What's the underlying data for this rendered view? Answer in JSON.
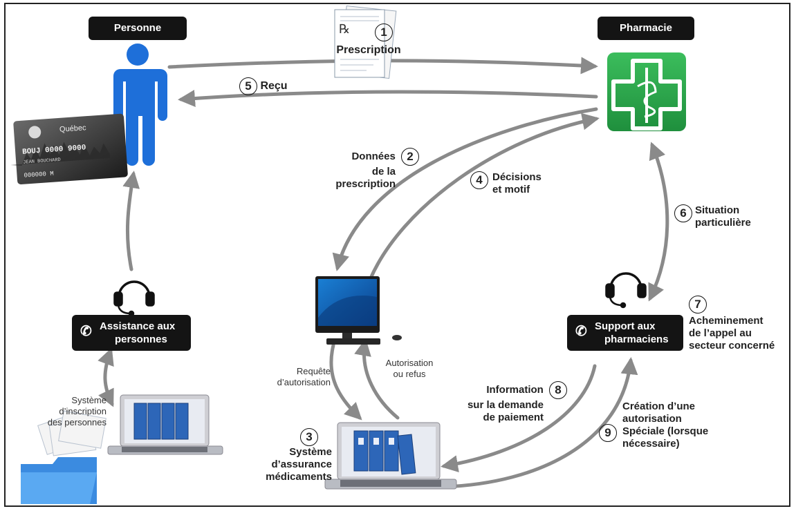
{
  "nodes": {
    "personne": "Personne",
    "pharmacie": "Pharmacie",
    "assistance": [
      "Assistance aux",
      "personnes"
    ],
    "support": [
      "Support aux",
      "pharmaciens"
    ]
  },
  "card": {
    "brand": "Québec",
    "number": "BOUJ 0000 9000",
    "name": "JEAN BOUCHARD",
    "sub": "000000   M"
  },
  "steps": {
    "s1": {
      "num": "1",
      "label": "Prescription"
    },
    "s2": {
      "num": "2",
      "lines": [
        "Données",
        "de la",
        "prescription"
      ]
    },
    "s3": {
      "num": "3",
      "lines": [
        "Système",
        "d’assurance",
        "médicaments"
      ]
    },
    "s4": {
      "num": "4",
      "lines": [
        "Décisions",
        "et motif"
      ]
    },
    "s5": {
      "num": "5",
      "label": "Reçu"
    },
    "s6": {
      "num": "6",
      "lines": [
        "Situation",
        "particulière"
      ]
    },
    "s7": {
      "num": "7",
      "lines": [
        "Acheminement",
        "de l’appel au",
        "secteur concerné"
      ]
    },
    "s8": {
      "num": "8",
      "lines": [
        "Information",
        "sur la demande",
        "de paiement"
      ]
    },
    "s9": {
      "num": "9",
      "lines": [
        "Création d’une",
        "autorisation",
        "Spéciale (lorsque",
        "nécessaire)"
      ]
    }
  },
  "flows": {
    "requete": [
      "Requête",
      "d’autorisation"
    ],
    "autorisation": [
      "Autorisation",
      "ou refus"
    ],
    "systeme_inscription": [
      "Système",
      "d’inscription",
      "des personnes"
    ]
  },
  "colors": {
    "person": "#1e6fd9",
    "pharmacy_green": "#2fa84f",
    "arrow": "#8a8a8a",
    "label_bg": "#141414"
  }
}
